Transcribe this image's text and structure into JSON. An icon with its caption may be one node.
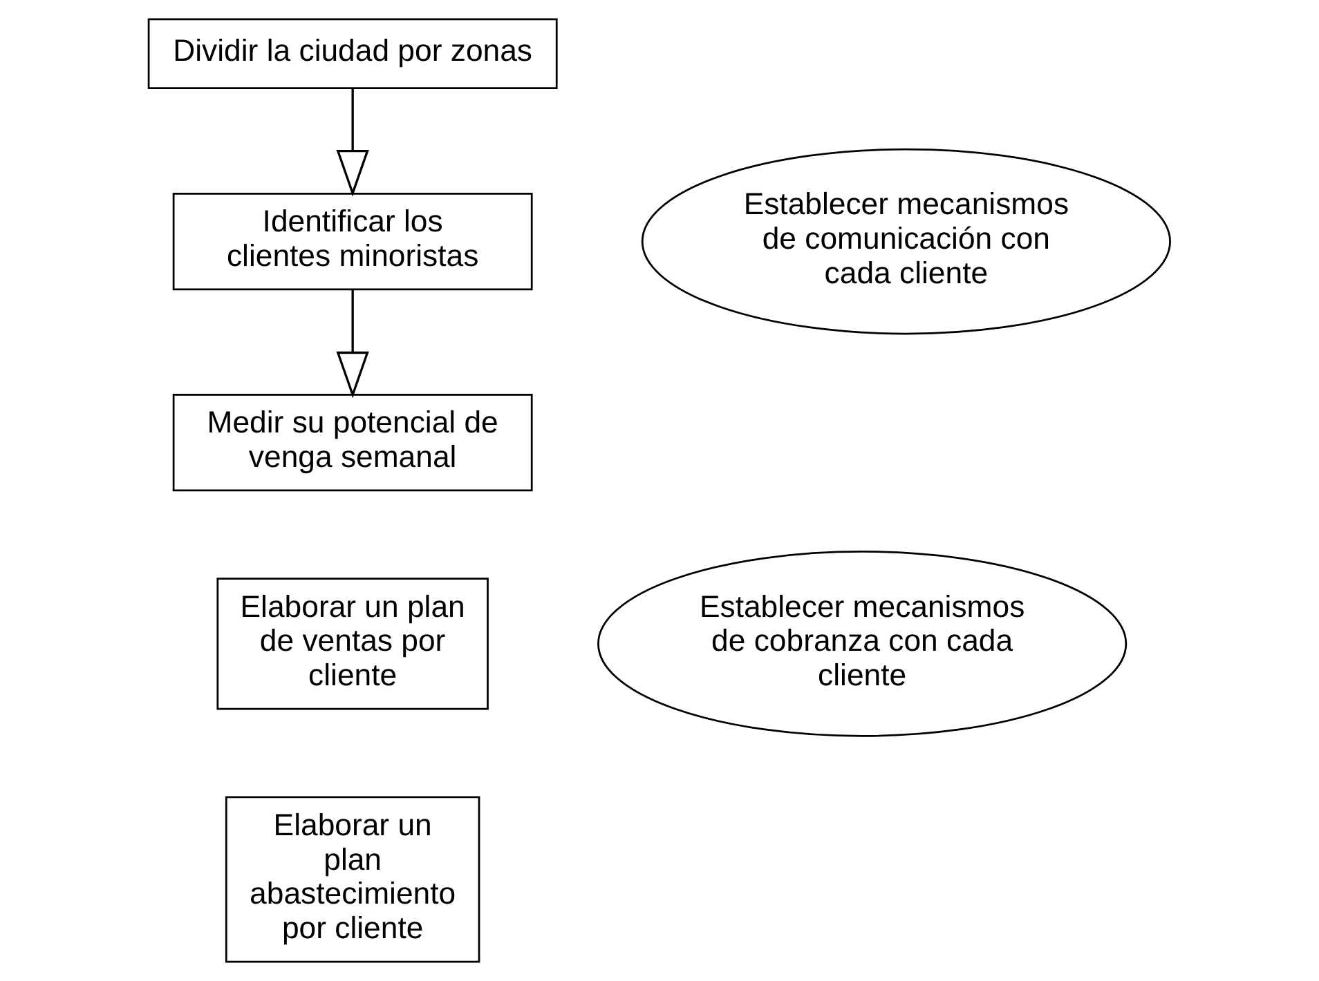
{
  "diagram": {
    "nodes": [
      {
        "text": [
          "Dividir la ciudad por zonas"
        ]
      },
      {
        "text": [
          "Identificar los clientes minoristas"
        ]
      },
      {
        "text": [
          "Establecer mecanismos de comunicación con cada cliente"
        ]
      },
      {
        "text": [
          "Medir su potencial de venga semanal"
        ]
      },
      {
        "text": [
          "Elaborar un plan de ventas por cliente"
        ]
      },
      {
        "text": [
          "Establecer mecanismos de cobranza con cada cliente"
        ]
      },
      {
        "text": [
          "Elaborar un plan abastecimiento por cliente"
        ]
      }
    ],
    "edges": [
      {
        "from": 0,
        "to": 1,
        "arrow": "to"
      },
      {
        "from": 1,
        "to": 3,
        "arrow": "to"
      }
    ]
  }
}
